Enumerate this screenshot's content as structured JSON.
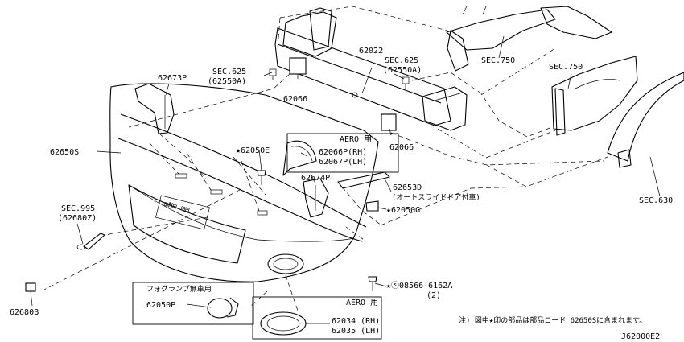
{
  "labels": {
    "sec625_left_a": "SEC.625",
    "sec625_left_b": "(62550A)",
    "sec625_right_a": "SEC.625",
    "sec625_right_b": "(62550A)",
    "sec750_top": "SEC.750",
    "sec750_right": "SEC.750",
    "sec630": "SEC.630",
    "sec995_a": "SEC.995",
    "sec995_b": "(62680Z)",
    "p62022": "62022",
    "p62066_left": "62066",
    "p62066_right": "62066",
    "p62673P": "62673P",
    "p62650S": "62650S",
    "p62050E": "★62050E",
    "aero_box1_title": "AERO 用",
    "p62066P": "62066P(RH)",
    "p62067P": "62067P(LH)",
    "p62674P": "62674P",
    "p62653D": "62653D",
    "p62653D_note": "(オートスライドドア付車)",
    "p62050G": "★62050G",
    "bolt_a": "★ⓢ08566-6162A",
    "bolt_b": "(2)",
    "fog_box_title": "フォグランプ無車用",
    "p62050P": "62050P",
    "aero_box2_title": "AERO 用",
    "p62034": "62034 (RH)",
    "p62035": "62035 (LH)",
    "p62680B": "62680B",
    "note": "注) 図中★印の部品は部品コード 62650Sに含まれます。",
    "diagram_code": "J62000E2"
  }
}
